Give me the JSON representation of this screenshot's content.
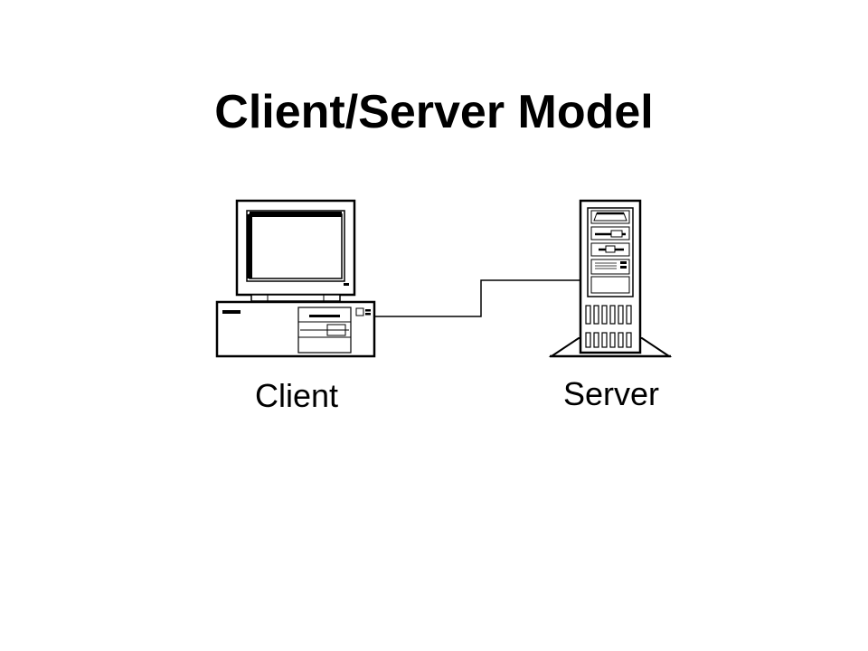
{
  "title": "Client/Server Model",
  "nodes": {
    "client": {
      "label": "Client",
      "icon": "desktop-computer-icon"
    },
    "server": {
      "label": "Server",
      "icon": "tower-server-icon"
    }
  },
  "connection": {
    "from": "client",
    "to": "server"
  },
  "colors": {
    "ink": "#000000",
    "background": "#ffffff"
  }
}
